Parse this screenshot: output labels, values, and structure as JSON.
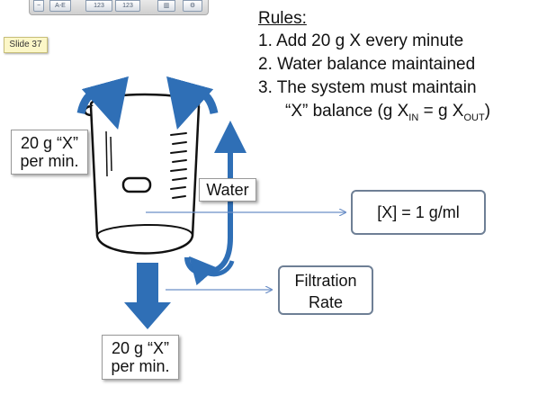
{
  "toolbar": {
    "buttons": [
      "A-E",
      "123",
      "123"
    ]
  },
  "slide": {
    "label": "Slide 37"
  },
  "rules": {
    "heading": "Rules:",
    "item1": "1.  Add 20 g X every minute",
    "item2": "2. Water balance maintained",
    "item3": "3. The system must maintain",
    "item3b_pre": "“X” balance (g X",
    "item3b_sub1": "IN",
    "item3b_mid": " = g X",
    "item3b_sub2": "OUT",
    "item3b_post": ")"
  },
  "diagram": {
    "input_line1": "20 g “X”",
    "input_line2": "per min.",
    "water_label": "Water",
    "concentration": "[X] = 1 g/ml",
    "filtration_line1": "Filtration",
    "filtration_line2": "Rate",
    "output_line1": "20 g “X”",
    "output_line2": "per min."
  },
  "colors": {
    "arrow_blue": "#2f6fb6",
    "box_border": "#6e7f95",
    "leader_line": "#6b8fc7"
  }
}
